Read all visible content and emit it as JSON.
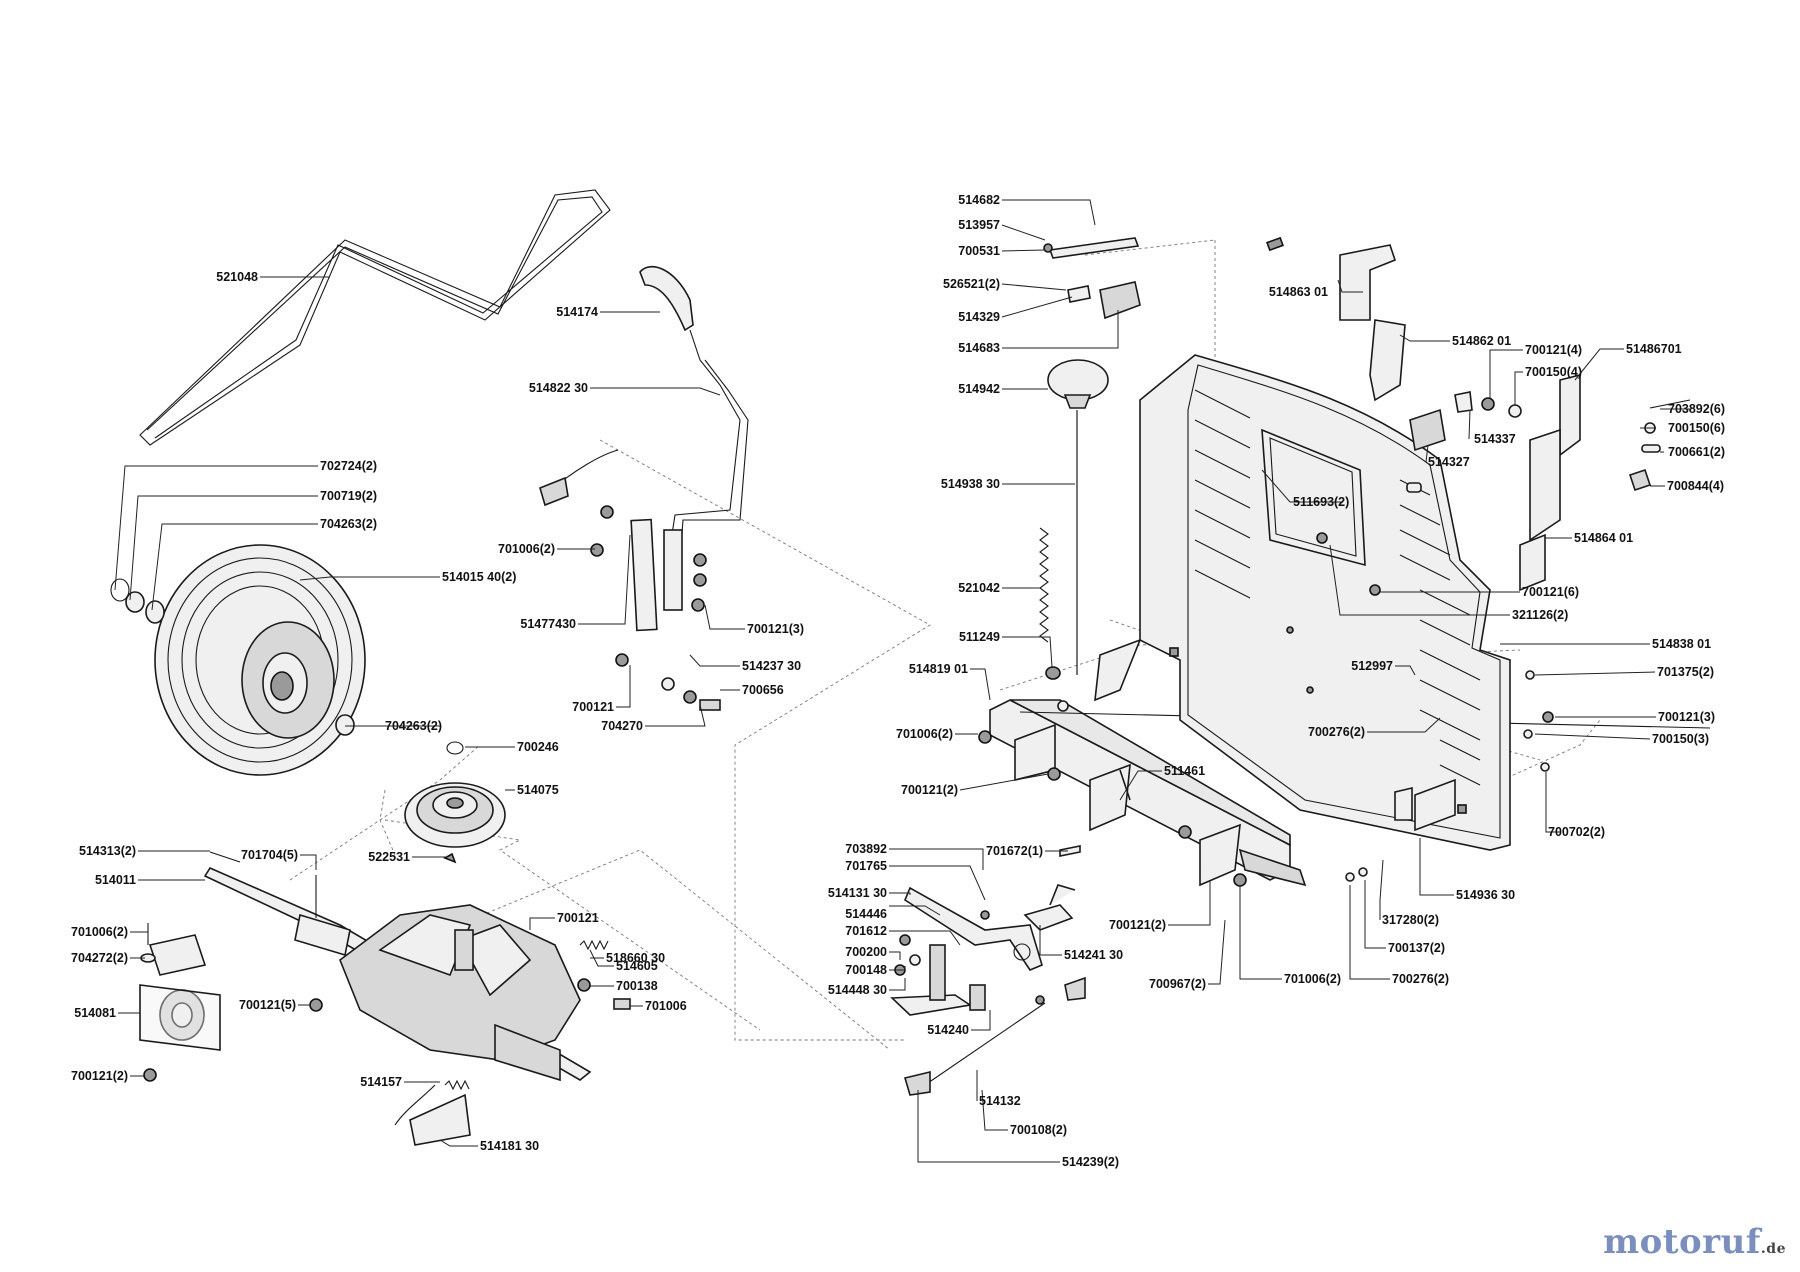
{
  "labels": {
    "p521048": "521048",
    "p514174": "514174",
    "p514822_30": "514822 30",
    "p702724": "702724(2)",
    "p700719": "700719(2)",
    "p704263a": "704263(2)",
    "p514015": "514015 40(2)",
    "p701006a": "701006(2)",
    "p514774": "51477430",
    "p700121c3": "700121(3)",
    "p514237": "514237 30",
    "p700656": "700656",
    "p700121s": "700121",
    "p704270": "704270",
    "p704263b": "704263(2)",
    "p700246": "700246",
    "p514075": "514075",
    "p522531": "522531",
    "p514313": "514313(2)",
    "p701704": "701704(5)",
    "p514011": "514011",
    "p701006b": "701006(2)",
    "p704272": "704272(2)",
    "p514081": "514081",
    "p700121c2b": "700121(2)",
    "p700121c5": "700121(5)",
    "p700121t": "700121",
    "p514605": "514605",
    "p518660": "518660 30",
    "p700138": "700138",
    "p701006s": "701006",
    "p514157": "514157",
    "p514181": "514181 30",
    "p514682": "514682",
    "p513957": "513957",
    "p700531": "700531",
    "p526521": "526521(2)",
    "p514329": "514329",
    "p514683": "514683",
    "p514942": "514942",
    "p514938": "514938 30",
    "p521042": "521042",
    "p511249": "511249",
    "p514819": "514819 01",
    "p701006c": "701006(2)",
    "p700121c2c": "700121(2)",
    "p511461": "511461",
    "p701672": "701672(1)",
    "p703892s": "703892",
    "p701765": "701765",
    "p514131": "514131 30",
    "p514446": "514446",
    "p701612": "701612",
    "p700200": "700200",
    "p700148": "700148",
    "p514448": "514448 30",
    "p514240": "514240",
    "p514241": "514241 30",
    "p700121c2d": "700121(2)",
    "p700967": "700967(2)",
    "p701006d": "701006(2)",
    "p514132": "514132",
    "p700108": "700108(2)",
    "p514239": "514239(2)",
    "p514863": "514863 01",
    "p514862": "514862 01",
    "p700121c4": "700121(4)",
    "p700150c4": "700150(4)",
    "p514867": "51486701",
    "p703892c6": "703892(6)",
    "p700150c6": "700150(6)",
    "p700661": "700661(2)",
    "p700844": "700844(4)",
    "p514337": "514337",
    "p514327": "514327",
    "p511693": "511693(2)",
    "p514864": "514864 01",
    "p700121c6": "700121(6)",
    "p321126": "321126(2)",
    "p514838": "514838 01",
    "p512997": "512997",
    "p701375": "701375(2)",
    "p700276a": "700276(2)",
    "p700121c3b": "700121(3)",
    "p700150c3": "700150(3)",
    "p700702": "700702(2)",
    "p514936": "514936 30",
    "p317280": "317280(2)",
    "p700137": "700137(2)",
    "p700276b": "700276(2)"
  },
  "watermark": {
    "brand": "motoruf",
    "domain": ".de"
  }
}
